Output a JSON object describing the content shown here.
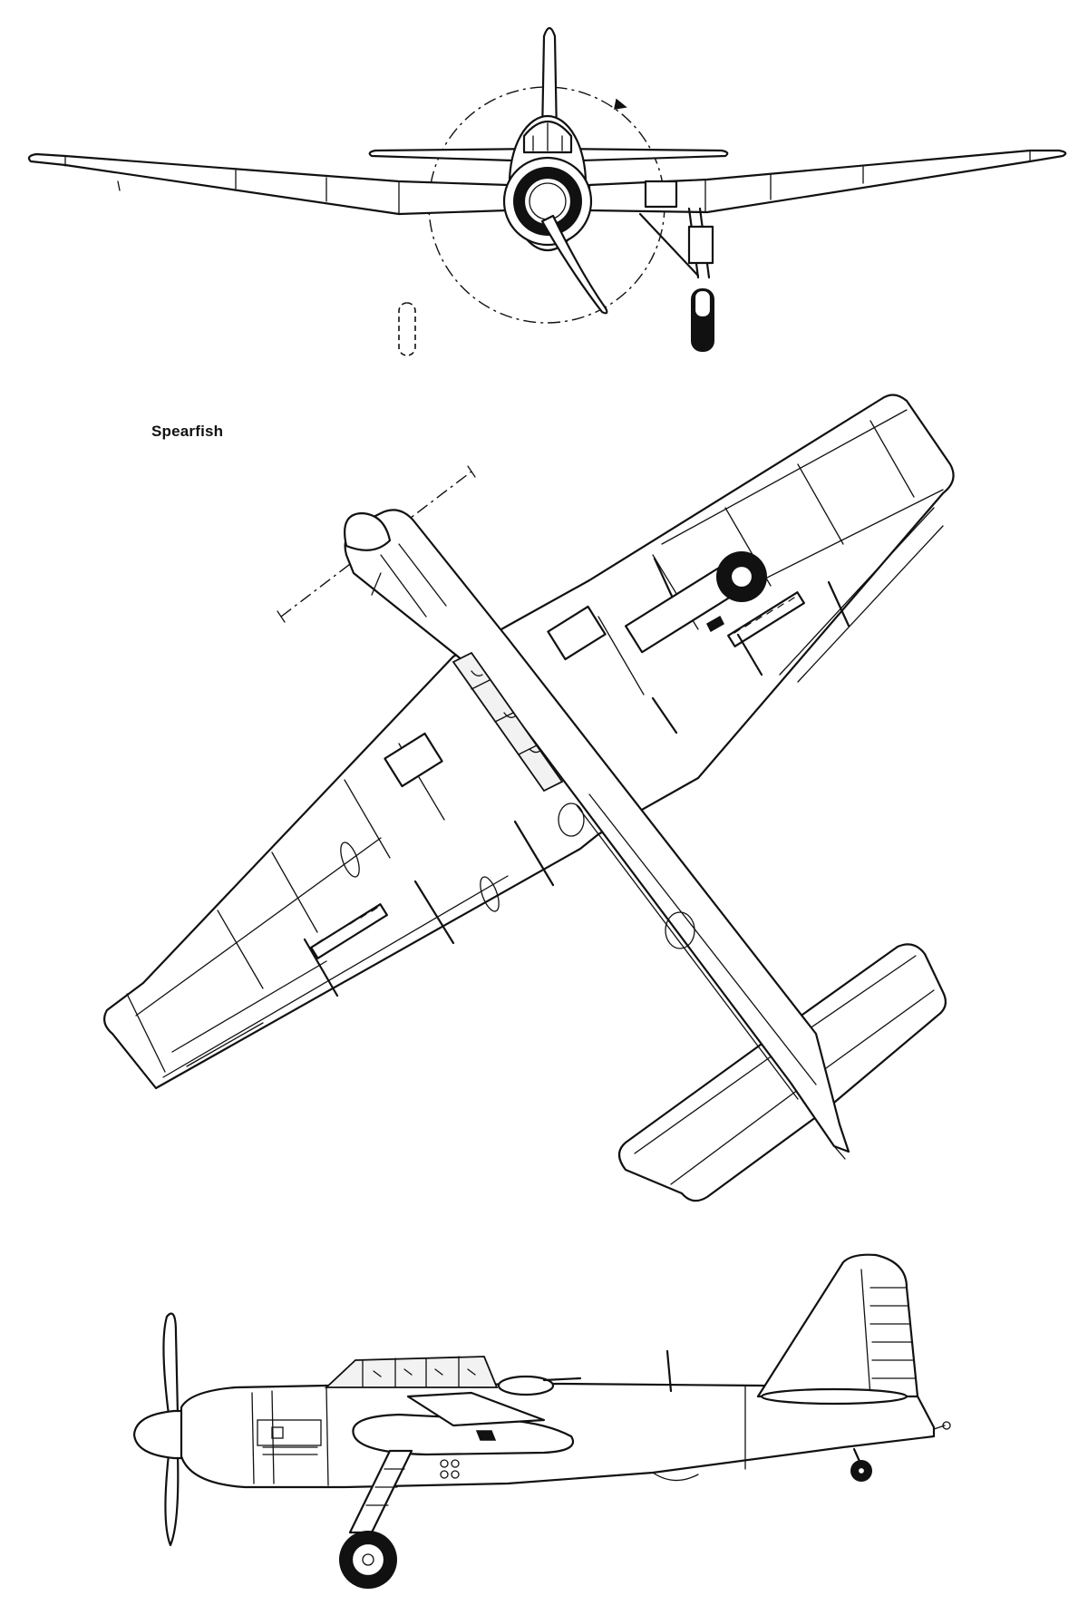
{
  "drawing": {
    "caption": "Spearfish",
    "views": [
      "front-view",
      "plan-view",
      "side-view"
    ]
  },
  "colors": {
    "ink": "#111111",
    "paper": "#ffffff"
  }
}
